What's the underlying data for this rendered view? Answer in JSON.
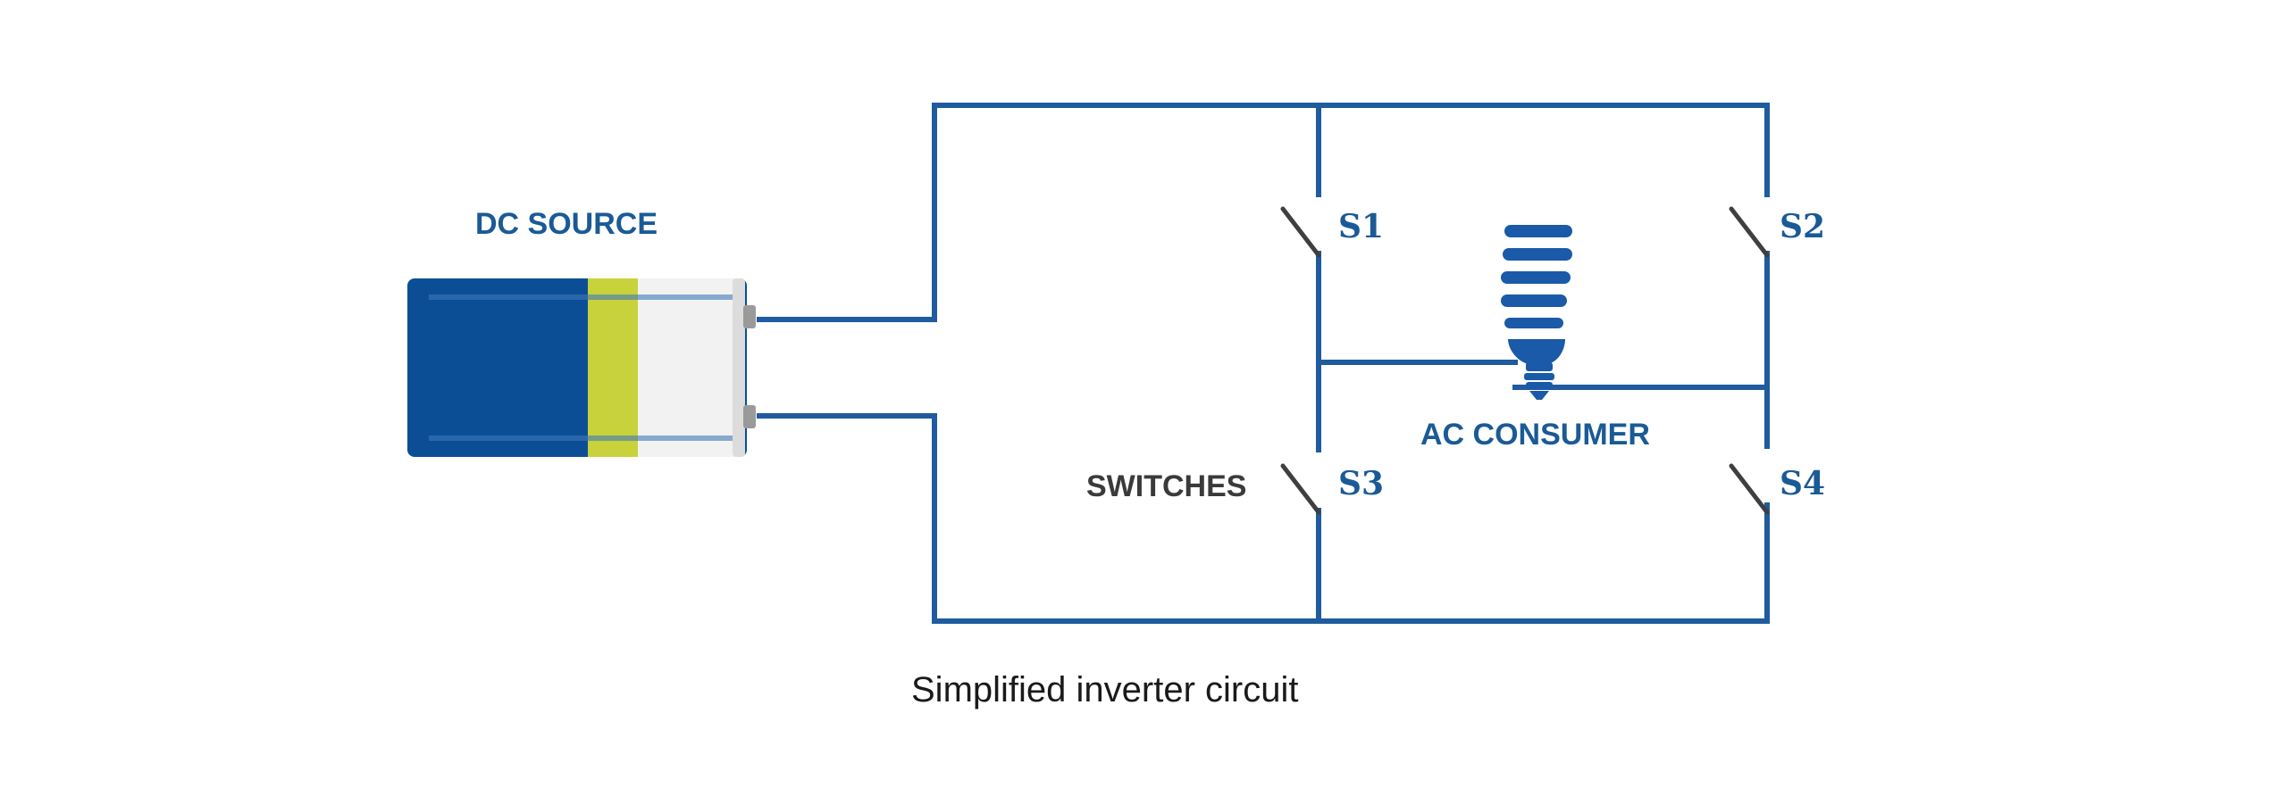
{
  "labels": {
    "dc_source": "DC SOURCE",
    "ac_consumer": "AC CONSUMER",
    "switches": "SWITCHES",
    "caption": "Simplified inverter circuit"
  },
  "switch_labels": [
    "S1",
    "S2",
    "S3",
    "S4"
  ],
  "colors": {
    "wire": "#1f5b9e",
    "battery_body": "#0c4e96",
    "battery_band": "#c8d23a",
    "battery_cap": "#f2f2f2",
    "bulb": "#1a5aa8"
  },
  "icons": {
    "source": "battery-icon",
    "load": "light-bulb-icon"
  }
}
